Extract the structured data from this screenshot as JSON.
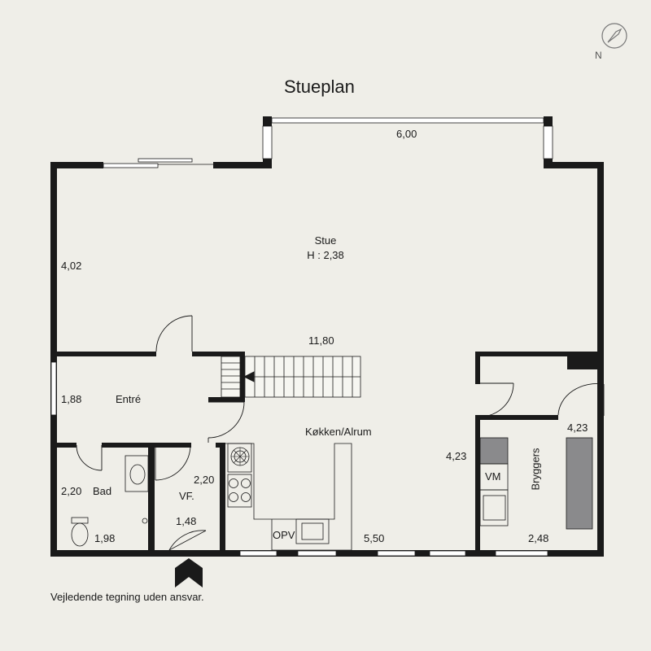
{
  "title": "Stueplan",
  "compass": {
    "north_label": "N",
    "icon": "compass-icon"
  },
  "rooms": {
    "stue": {
      "name": "Stue",
      "height_text": "H : 2,38"
    },
    "entre": {
      "name": "Entré"
    },
    "koekken": {
      "name": "Køkken/Alrum"
    },
    "bad": {
      "name": "Bad"
    },
    "vf": {
      "name": "VF."
    },
    "bryggers": {
      "name": "Bryggers"
    }
  },
  "fixtures": {
    "opv": "OPV",
    "vm": "VM"
  },
  "dimensions": {
    "top_width": "6,00",
    "stue_left": "4,02",
    "mid_width": "11,80",
    "entre_left": "1,88",
    "bad_left": "2,20",
    "bad_bottom": "1,98",
    "vf_top": "2,20",
    "vf_bottom": "1,48",
    "koekken_bottom": "5,50",
    "koekken_right": "4,23",
    "bryggers_right": "4,23",
    "bryggers_bottom": "2,48"
  },
  "disclaimer": "Vejledende tegning uden ansvar.",
  "colors": {
    "wall": "#1a1a1a",
    "background": "#efeee8",
    "fixture_gray": "#8a8a8c"
  }
}
